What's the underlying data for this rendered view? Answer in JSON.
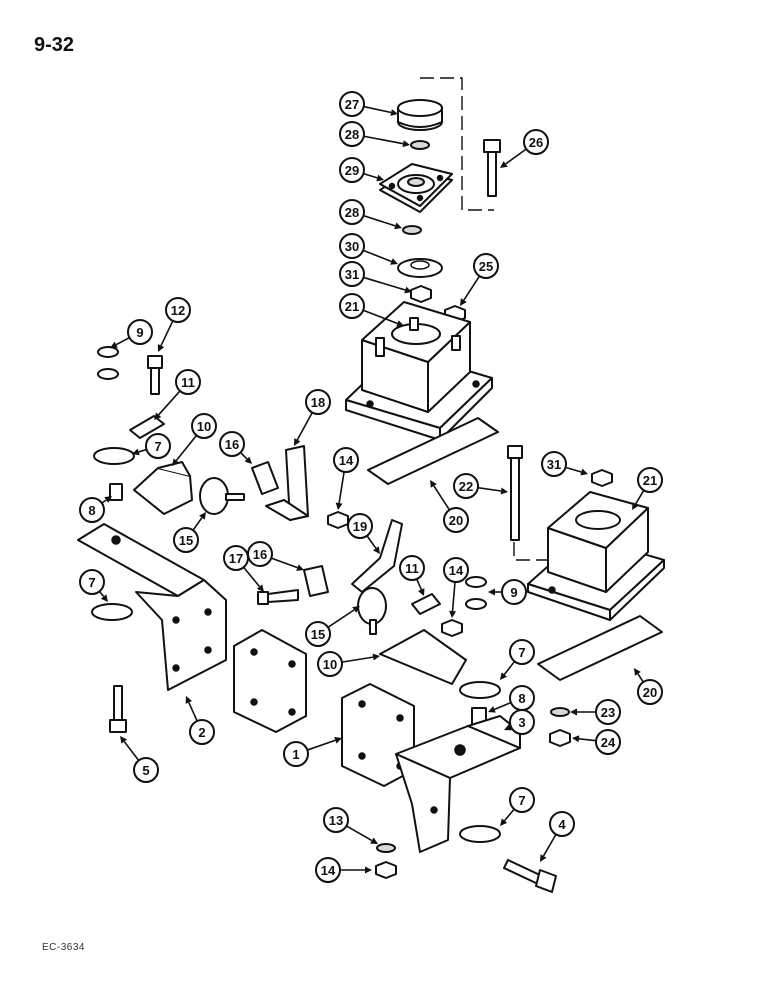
{
  "page_number": "9-32",
  "footer_code": "EC-3634",
  "callouts": [
    "27",
    "28",
    "29",
    "28",
    "30",
    "31",
    "21",
    "25",
    "26",
    "12",
    "9",
    "11",
    "10",
    "7",
    "16",
    "18",
    "14",
    "8",
    "15",
    "17",
    "16",
    "19",
    "11",
    "14",
    "9",
    "7",
    "2",
    "5",
    "1",
    "15",
    "10",
    "7",
    "8",
    "3",
    "13",
    "14",
    "7",
    "4",
    "22",
    "20",
    "31",
    "21",
    "20",
    "23",
    "24"
  ]
}
